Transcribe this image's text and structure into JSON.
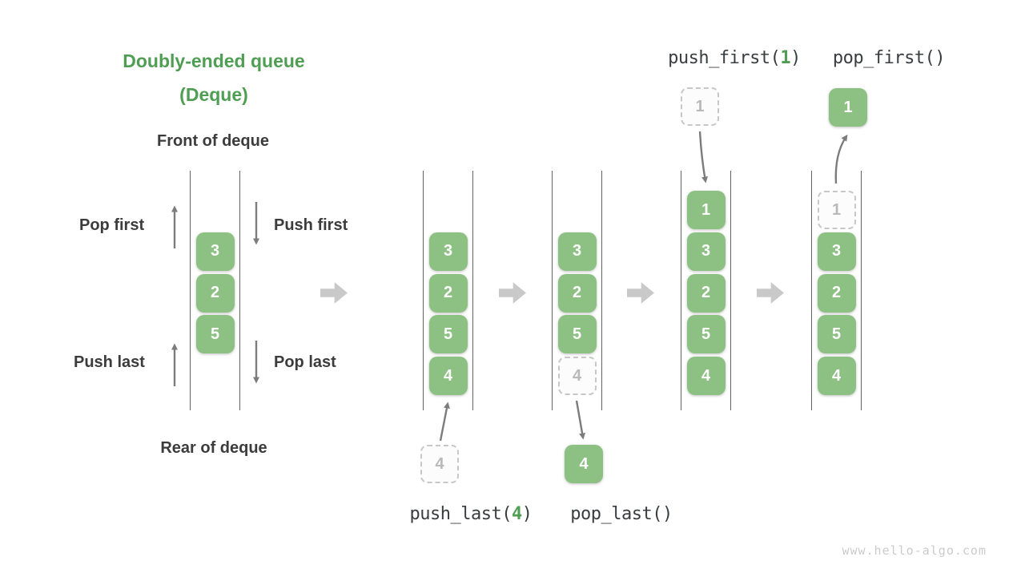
{
  "title": {
    "line1": "Doubly-ended queue",
    "line2": "(Deque)"
  },
  "labels": {
    "front": "Front of deque",
    "rear": "Rear of deque",
    "pop_first": "Pop first",
    "push_first": "Push first",
    "push_last": "Push last",
    "pop_last": "Pop last"
  },
  "operations": [
    {
      "id": "push_last",
      "prefix": "push_last(",
      "arg": "4",
      "suffix": ")"
    },
    {
      "id": "pop_last",
      "prefix": "pop_last()",
      "arg": "",
      "suffix": ""
    },
    {
      "id": "push_first",
      "prefix": "push_first(",
      "arg": "1",
      "suffix": ")"
    },
    {
      "id": "pop_first",
      "prefix": "pop_first()",
      "arg": "",
      "suffix": ""
    }
  ],
  "queues": [
    {
      "name": "initial-state",
      "items": [
        {
          "row": 1,
          "value": "3",
          "variant": "filled"
        },
        {
          "row": 2,
          "value": "2",
          "variant": "filled"
        },
        {
          "row": 3,
          "value": "5",
          "variant": "filled"
        }
      ]
    },
    {
      "name": "after-push-last",
      "items": [
        {
          "row": 1,
          "value": "3",
          "variant": "filled"
        },
        {
          "row": 2,
          "value": "2",
          "variant": "filled"
        },
        {
          "row": 3,
          "value": "5",
          "variant": "filled"
        },
        {
          "row": 4,
          "value": "4",
          "variant": "filled"
        }
      ],
      "external": {
        "value": "4",
        "variant": "ghost",
        "position": "below"
      }
    },
    {
      "name": "after-pop-last",
      "items": [
        {
          "row": 1,
          "value": "3",
          "variant": "filled"
        },
        {
          "row": 2,
          "value": "2",
          "variant": "filled"
        },
        {
          "row": 3,
          "value": "5",
          "variant": "filled"
        },
        {
          "row": 4,
          "value": "4",
          "variant": "ghost"
        }
      ],
      "external": {
        "value": "4",
        "variant": "filled",
        "position": "below"
      }
    },
    {
      "name": "after-push-first",
      "items": [
        {
          "row": 0,
          "value": "1",
          "variant": "filled"
        },
        {
          "row": 1,
          "value": "3",
          "variant": "filled"
        },
        {
          "row": 2,
          "value": "2",
          "variant": "filled"
        },
        {
          "row": 3,
          "value": "5",
          "variant": "filled"
        },
        {
          "row": 4,
          "value": "4",
          "variant": "filled"
        }
      ],
      "external": {
        "value": "1",
        "variant": "ghost",
        "position": "above"
      }
    },
    {
      "name": "after-pop-first",
      "items": [
        {
          "row": 0,
          "value": "1",
          "variant": "ghost"
        },
        {
          "row": 1,
          "value": "3",
          "variant": "filled"
        },
        {
          "row": 2,
          "value": "2",
          "variant": "filled"
        },
        {
          "row": 3,
          "value": "5",
          "variant": "filled"
        },
        {
          "row": 4,
          "value": "4",
          "variant": "filled"
        }
      ],
      "external": {
        "value": "1",
        "variant": "filled",
        "position": "above"
      }
    }
  ],
  "colors": {
    "box_green": "#8dc183",
    "accent_green": "#4f9e53",
    "ghost_border": "#c7c7c7",
    "ghost_text": "#b9b9b9",
    "text_dark": "#3c3c3c",
    "arrow_gray": "#7c7c7c",
    "block_arrow": "#c9c9c9",
    "line_gray": "#636363",
    "watermark_gray": "#cbcbcb"
  },
  "watermark": "www.hello-algo.com"
}
